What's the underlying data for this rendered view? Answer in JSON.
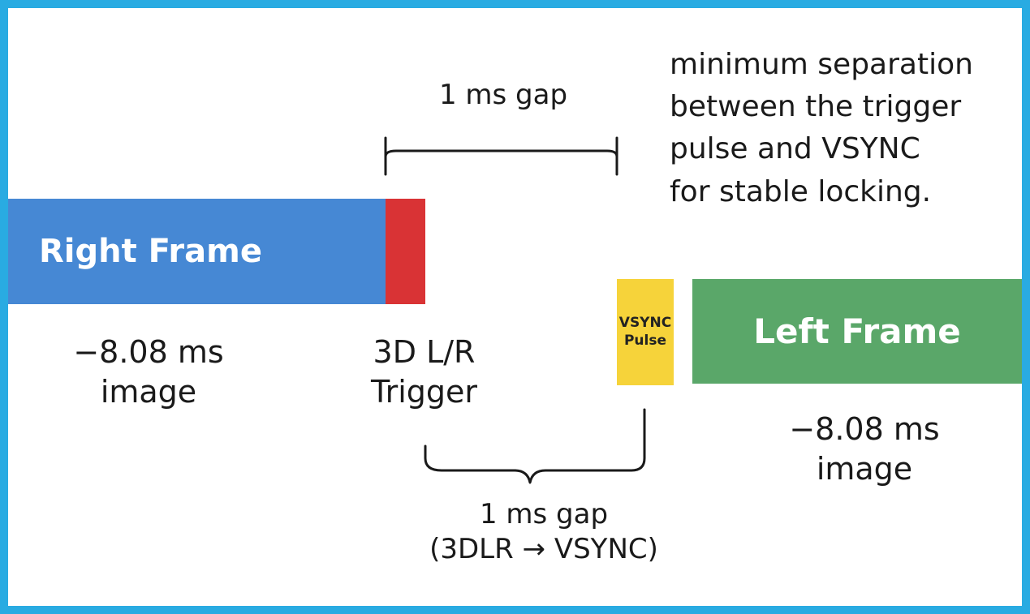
{
  "colors": {
    "border": "#29abe2",
    "right_frame": "#4688d4",
    "trigger_block": "#d93335",
    "vsync_pulse": "#f6d33a",
    "left_frame": "#5aa769"
  },
  "right_frame": {
    "label": "Right Frame",
    "duration_label": "−8.08 ms\nimage"
  },
  "trigger": {
    "label": "3D L/R\nTrigger"
  },
  "vsync": {
    "label": "VSYNC\nPulse"
  },
  "left_frame": {
    "label": "Left Frame",
    "duration_label": "−8.08 ms\nimage"
  },
  "top_gap": {
    "label": "1 ms gap"
  },
  "bottom_gap": {
    "label": "1 ms gap\n(3DLR → VSYNC)"
  },
  "note": {
    "text": "minimum separation\nbetween the trigger\npulse and VSYNC\nfor stable locking."
  }
}
